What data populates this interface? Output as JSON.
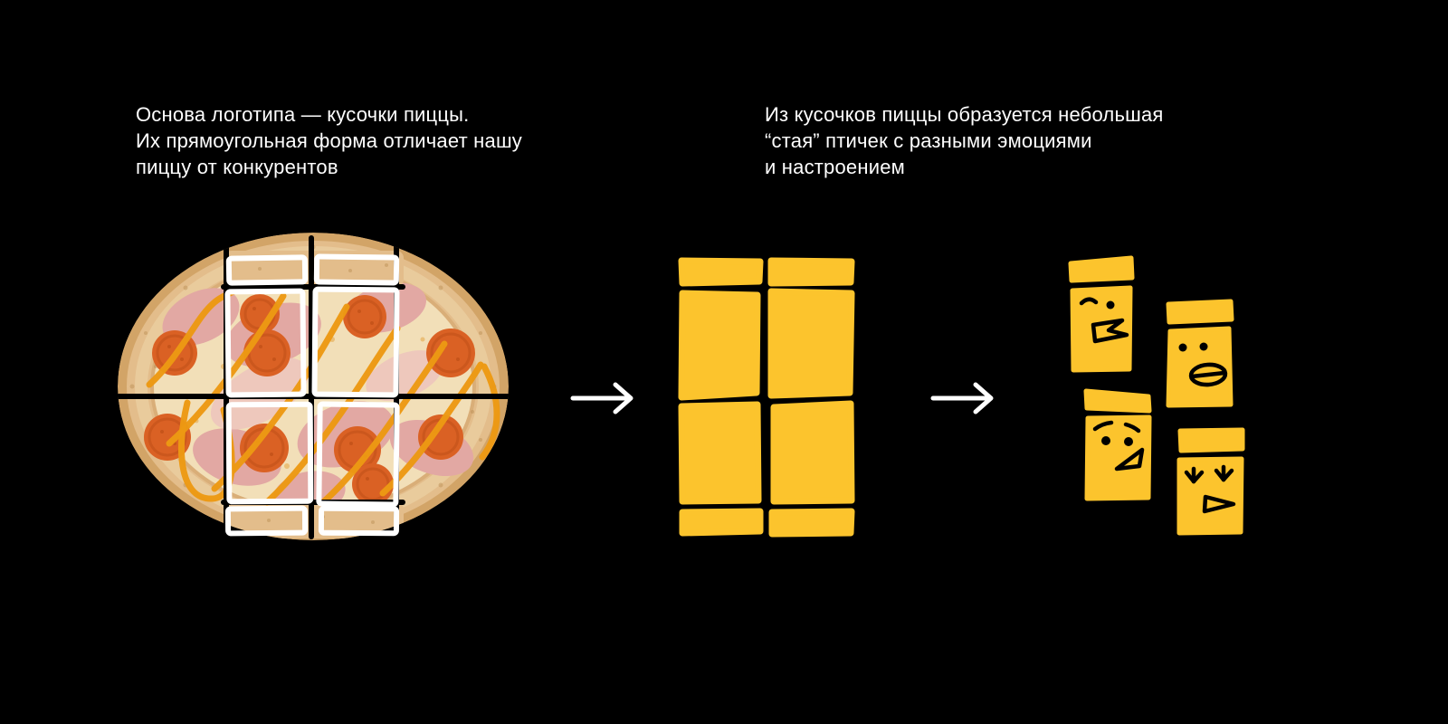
{
  "colors": {
    "background": "#000000",
    "text": "#ffffff",
    "accent_yellow": "#fcc42d",
    "outline_white": "#ffffff",
    "face_black": "#000000",
    "crust": "#e3bd8b",
    "crust_edge": "#d2a467",
    "crust_light": "#ecd4a8",
    "cheese": "#f2dfb8",
    "ham": "#e2a8a3",
    "ham_light": "#edc4bc",
    "pepperoni": "#da6124",
    "pepperoni_dark": "#bb4d16",
    "sauce": "#ec9913"
  },
  "notes": {
    "left": {
      "lines": [
        "Основа логотипа — кусочки пиццы.",
        "Их прямоугольная форма отличает нашу",
        "пиццу от конкурентов"
      ]
    },
    "right": {
      "lines": [
        "Из кусочков пиццы образуется небольшая",
        "“стая” птичек с разными эмоциями",
        "и настроением"
      ]
    }
  },
  "figures": {
    "pizza": {
      "icon": "pizza-photo-with-slice-outlines"
    },
    "arrow1": {
      "icon": "arrow-right-icon",
      "glyph": "→"
    },
    "logo_grid": {
      "icon": "pizza-slices-grid"
    },
    "arrow2": {
      "icon": "arrow-right-icon",
      "glyph": "→"
    },
    "birds": {
      "icon": "bird-faces-flock",
      "items": [
        "bird-winking",
        "bird-open-beak",
        "bird-worried",
        "bird-closed-eyes"
      ]
    }
  }
}
